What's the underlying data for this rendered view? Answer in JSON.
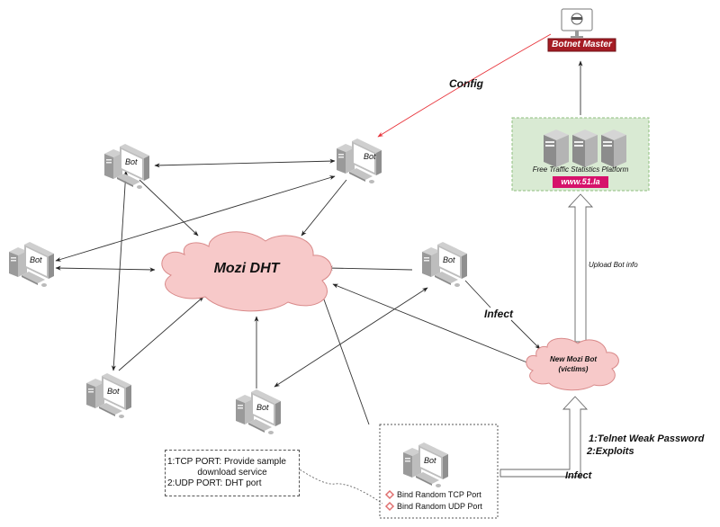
{
  "title": "Mozi botnet propagation diagram",
  "colors": {
    "cloud_fill": "#f7c9c9",
    "cloud_stroke": "#d98a8a",
    "config_arrow": "#e8333a",
    "botnet_master_bg": "#a51c24",
    "platform_bg": "#d9ead3",
    "platform_border": "#8fbf7f",
    "url_badge_bg": "#d6126b",
    "diamond": "#e07070"
  },
  "nodes": {
    "botnet_master": {
      "label": "Botnet Master",
      "icon": "hacker-monitor-icon"
    },
    "platform": {
      "label": "Free Traffic Statistics Platform",
      "url": "www.51.la",
      "icon": "server-icon"
    },
    "mozi_dht": {
      "label": "Mozi DHT"
    },
    "new_bot": {
      "line1": "New Mozi Bot",
      "line2": "(victims)"
    },
    "bots": [
      {
        "id": "bot-top-left",
        "label": "Bot"
      },
      {
        "id": "bot-top-center",
        "label": "Bot"
      },
      {
        "id": "bot-left",
        "label": "Bot"
      },
      {
        "id": "bot-right",
        "label": "Bot"
      },
      {
        "id": "bot-bottom-left",
        "label": "Bot"
      },
      {
        "id": "bot-bottom-center",
        "label": "Bot"
      },
      {
        "id": "bot-source",
        "label": "Bot"
      }
    ]
  },
  "edge_labels": {
    "config": "Config",
    "upload": "Upload Bot  info",
    "infect_right": "Infect",
    "infect_bottom": "Infect",
    "methods_line1": "1:Telnet Weak Password",
    "methods_line2": "2:Exploits"
  },
  "source_box": {
    "items": [
      "Bind Random TCP Port",
      "Bind Random UDP Port"
    ]
  },
  "port_note": {
    "line1": "1:TCP PORT: Provide sample",
    "line2": "download service",
    "line3": "2:UDP PORT: DHT port"
  }
}
